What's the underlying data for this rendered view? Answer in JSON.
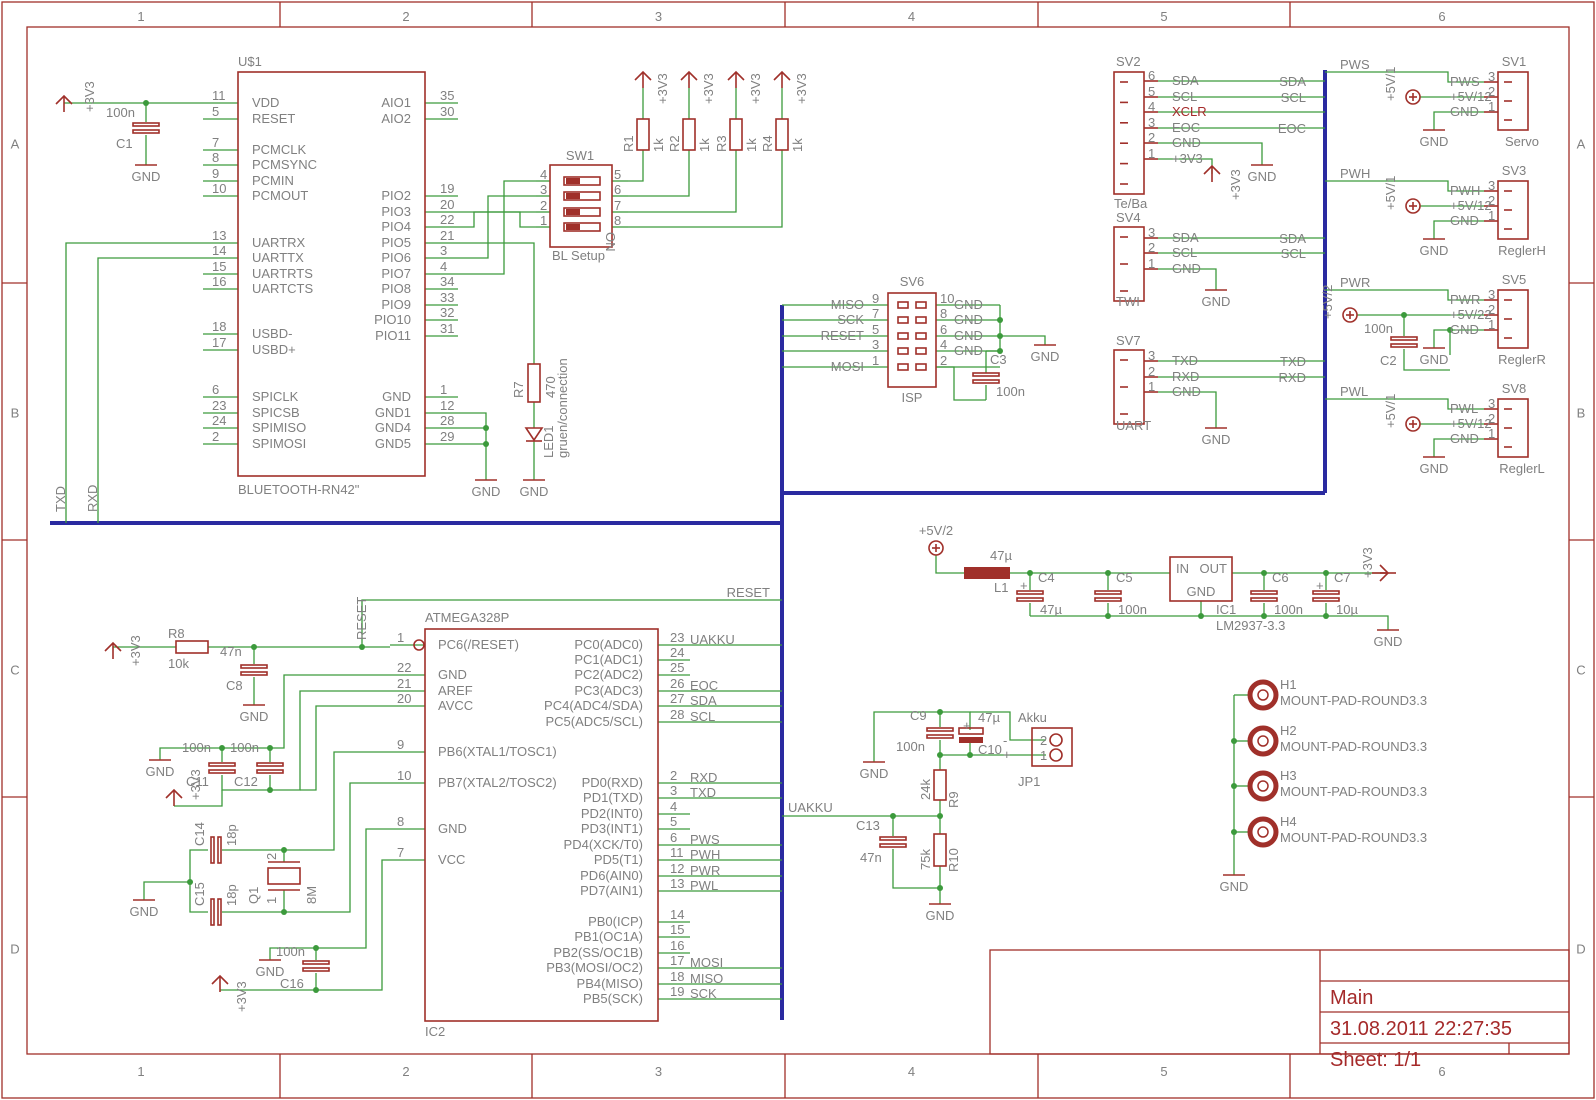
{
  "frame": {
    "columns": [
      "1",
      "2",
      "3",
      "4",
      "5",
      "6"
    ],
    "rows": [
      "A",
      "B",
      "C",
      "D"
    ]
  },
  "title_block": {
    "sheet_name": "Main",
    "date": "31.08.2011  22:27:35",
    "sheet": "Sheet: 1/1"
  },
  "colors": {
    "symbol": "#a0302a",
    "wire": "#3c9a3c",
    "bus": "#2a2aa0",
    "text": "#808080"
  },
  "u1": {
    "name": "U$1",
    "value": "BLUETOOTH-RN42\"",
    "left_pins": [
      {
        "num": "11",
        "name": "VDD"
      },
      {
        "num": "5",
        "name": "RESET"
      },
      {
        "num": "7",
        "name": "PCMCLK"
      },
      {
        "num": "8",
        "name": "PCMSYNC"
      },
      {
        "num": "9",
        "name": "PCMIN"
      },
      {
        "num": "10",
        "name": "PCMOUT"
      },
      {
        "num": "13",
        "name": "UARTRX"
      },
      {
        "num": "14",
        "name": "UARTTX"
      },
      {
        "num": "15",
        "name": "UARTRTS"
      },
      {
        "num": "16",
        "name": "UARTCTS"
      },
      {
        "num": "18",
        "name": "USBD-"
      },
      {
        "num": "17",
        "name": "USBD+"
      },
      {
        "num": "6",
        "name": "SPICLK"
      },
      {
        "num": "23",
        "name": "SPICSB"
      },
      {
        "num": "24",
        "name": "SPIMISO"
      },
      {
        "num": "2",
        "name": "SPIMOSI"
      }
    ],
    "right_pins": [
      {
        "num": "35",
        "name": "AIO1"
      },
      {
        "num": "30",
        "name": "AIO2"
      },
      {
        "num": "19",
        "name": "PIO2"
      },
      {
        "num": "20",
        "name": "PIO3"
      },
      {
        "num": "22",
        "name": "PIO4"
      },
      {
        "num": "21",
        "name": "PIO5"
      },
      {
        "num": "3",
        "name": "PIO6"
      },
      {
        "num": "4",
        "name": "PIO7"
      },
      {
        "num": "34",
        "name": "PIO8"
      },
      {
        "num": "33",
        "name": "PIO9"
      },
      {
        "num": "32",
        "name": "PIO10"
      },
      {
        "num": "31",
        "name": "PIO11"
      },
      {
        "num": "1",
        "name": "GND"
      },
      {
        "num": "12",
        "name": "GND1"
      },
      {
        "num": "28",
        "name": "GND4"
      },
      {
        "num": "29",
        "name": "GND5"
      }
    ]
  },
  "ic2": {
    "name": "IC2",
    "value": "ATMEGA328P",
    "left_pins": [
      {
        "num": "1",
        "name": "PC6(/RESET)"
      },
      {
        "num": "22",
        "name": "GND"
      },
      {
        "num": "21",
        "name": "AREF"
      },
      {
        "num": "20",
        "name": "AVCC"
      },
      {
        "num": "9",
        "name": "PB6(XTAL1/TOSC1)"
      },
      {
        "num": "10",
        "name": "PB7(XTAL2/TOSC2)"
      },
      {
        "num": "8",
        "name": "GND"
      },
      {
        "num": "7",
        "name": "VCC"
      }
    ],
    "right_pins": [
      {
        "num": "23",
        "name": "PC0(ADC0)",
        "net": "UAKKU"
      },
      {
        "num": "24",
        "name": "PC1(ADC1)",
        "net": ""
      },
      {
        "num": "25",
        "name": "PC2(ADC2)",
        "net": ""
      },
      {
        "num": "26",
        "name": "PC3(ADC3)",
        "net": "EOC"
      },
      {
        "num": "27",
        "name": "PC4(ADC4/SDA)",
        "net": "SDA"
      },
      {
        "num": "28",
        "name": "PC5(ADC5/SCL)",
        "net": "SCL"
      },
      {
        "num": "2",
        "name": "PD0(RXD)",
        "net": "RXD"
      },
      {
        "num": "3",
        "name": "PD1(TXD)",
        "net": "TXD"
      },
      {
        "num": "4",
        "name": "PD2(INT0)",
        "net": ""
      },
      {
        "num": "5",
        "name": "PD3(INT1)",
        "net": ""
      },
      {
        "num": "6",
        "name": "PD4(XCK/T0)",
        "net": "PWS"
      },
      {
        "num": "11",
        "name": "PD5(T1)",
        "net": "PWH"
      },
      {
        "num": "12",
        "name": "PD6(AIN0)",
        "net": "PWR"
      },
      {
        "num": "13",
        "name": "PD7(AIN1)",
        "net": "PWL"
      },
      {
        "num": "14",
        "name": "PB0(ICP)",
        "net": ""
      },
      {
        "num": "15",
        "name": "PB1(OC1A)",
        "net": ""
      },
      {
        "num": "16",
        "name": "PB2(SS/OC1B)",
        "net": ""
      },
      {
        "num": "17",
        "name": "PB3(MOSI/OC2)",
        "net": "MOSI"
      },
      {
        "num": "18",
        "name": "PB4(MISO)",
        "net": "MISO"
      },
      {
        "num": "19",
        "name": "PB5(SCK)",
        "net": "SCK"
      }
    ]
  },
  "sw1": {
    "name": "SW1",
    "value": "BL Setup",
    "on": "ON",
    "left_nums": [
      "4",
      "3",
      "2",
      "1"
    ],
    "right_nums": [
      "5",
      "6",
      "7",
      "8"
    ]
  },
  "resistors": [
    {
      "name": "R1",
      "value": "1k",
      "supply": "+3V3"
    },
    {
      "name": "R2",
      "value": "1k",
      "supply": "+3V3"
    },
    {
      "name": "R3",
      "value": "1k",
      "supply": "+3V3"
    },
    {
      "name": "R4",
      "value": "1k",
      "supply": "+3V3"
    }
  ],
  "r7": {
    "name": "R7",
    "value": "470"
  },
  "led1": {
    "name": "LED1",
    "value": "gruen/connection"
  },
  "c1": {
    "name": "C1",
    "value": "100n",
    "supply": "+3V3"
  },
  "sv6": {
    "name": "SV6",
    "value": "ISP",
    "left": [
      {
        "net": "MISO",
        "num": "9"
      },
      {
        "net": "SCK",
        "num": "7"
      },
      {
        "net": "RESET",
        "num": "5"
      },
      {
        "net": "",
        "num": "3"
      },
      {
        "net": "MOSI",
        "num": "1"
      }
    ],
    "right": [
      {
        "num": "10",
        "net": "GND"
      },
      {
        "num": "8",
        "net": "GND"
      },
      {
        "num": "6",
        "net": "GND"
      },
      {
        "num": "4",
        "net": "GND"
      },
      {
        "num": "2",
        "net": ""
      }
    ]
  },
  "c3": {
    "name": "C3",
    "value": "100n"
  },
  "sv2": {
    "name": "SV2",
    "value": "Te/Ba",
    "pins": [
      {
        "num": "6",
        "name": "SDA"
      },
      {
        "num": "5",
        "name": "SCL"
      },
      {
        "num": "4",
        "name": "XCLR"
      },
      {
        "num": "3",
        "name": "EOC"
      },
      {
        "num": "2",
        "name": "GND"
      },
      {
        "num": "1",
        "name": "+3V3"
      }
    ],
    "bus_labels": [
      "SDA",
      "SCL",
      "EOC"
    ]
  },
  "sv4": {
    "name": "SV4",
    "value": "TWI",
    "pins": [
      {
        "num": "3",
        "name": "SDA"
      },
      {
        "num": "2",
        "name": "SCL"
      },
      {
        "num": "1",
        "name": "GND"
      }
    ],
    "bus_labels": [
      "SDA",
      "SCL"
    ]
  },
  "sv7": {
    "name": "SV7",
    "value": "UART",
    "pins": [
      {
        "num": "3",
        "name": "TXD"
      },
      {
        "num": "2",
        "name": "RXD"
      },
      {
        "num": "1",
        "name": "GND"
      }
    ],
    "bus_labels": [
      "TXD",
      "RXD"
    ]
  },
  "servos": [
    {
      "name": "SV1",
      "value": "Servo",
      "net": "PWS",
      "pwr": "+5V/12",
      "sig": "PWS"
    },
    {
      "name": "SV3",
      "value": "ReglerH",
      "net": "PWH",
      "pwr": "+5V/12",
      "sig": "PWH"
    },
    {
      "name": "SV5",
      "value": "ReglerR",
      "net": "PWR",
      "pwr": "+5V/22",
      "sig": "PWR"
    },
    {
      "name": "SV8",
      "value": "ReglerL",
      "net": "PWL",
      "pwr": "+5V/12",
      "sig": "PWL"
    }
  ],
  "servo_supplies": [
    "+5V/1",
    "+5V/1",
    "+5V/2",
    "+5V/1"
  ],
  "c2": {
    "name": "C2",
    "value": "100n"
  },
  "psu": {
    "in_supply": "+5V/2",
    "l1": {
      "name": "L1",
      "value": "47µ"
    },
    "c4": {
      "name": "C4",
      "value": "47µ"
    },
    "c5": {
      "name": "C5",
      "value": "100n"
    },
    "ic1": {
      "name": "IC1",
      "value": "LM2937-3.3",
      "in": "IN",
      "out": "OUT",
      "gnd": "GND"
    },
    "c6": {
      "name": "C6",
      "value": "100n"
    },
    "c7": {
      "name": "C7",
      "value": "10µ"
    },
    "out_supply": "+3V3"
  },
  "mounts": [
    {
      "name": "H1",
      "value": "MOUNT-PAD-ROUND3.3"
    },
    {
      "name": "H2",
      "value": "MOUNT-PAD-ROUND3.3"
    },
    {
      "name": "H3",
      "value": "MOUNT-PAD-ROUND3.3"
    },
    {
      "name": "H4",
      "value": "MOUNT-PAD-ROUND3.3"
    }
  ],
  "akku": {
    "c9": {
      "name": "C9",
      "value": "100n"
    },
    "c10": {
      "name": "C10",
      "value": "47µ"
    },
    "jp1": {
      "name": "JP1",
      "value": "Akku",
      "pins": [
        "2",
        "1"
      ],
      "minus": "-",
      "plus": "+"
    },
    "r9": {
      "name": "R9",
      "value": "24k"
    },
    "r10": {
      "name": "R10",
      "value": "75k"
    },
    "c13": {
      "name": "C13",
      "value": "47n"
    },
    "net": "UAKKU"
  },
  "mcu_periph": {
    "r8": {
      "name": "R8",
      "value": "10k"
    },
    "c8": {
      "name": "C8",
      "value": "47n"
    },
    "c11": {
      "name": "C11",
      "value": "100n"
    },
    "c12": {
      "name": "C12",
      "value": "100n"
    },
    "c14": {
      "name": "C14",
      "value": "18p"
    },
    "c15": {
      "name": "C15",
      "value": "18p"
    },
    "q1": {
      "name": "Q1",
      "value": "8M",
      "pins": [
        "2",
        "1"
      ]
    },
    "c16": {
      "name": "C16",
      "value": "100n"
    },
    "reset_net": "RESET"
  },
  "labels": {
    "gnd": "GND",
    "txd": "TXD",
    "rxd": "RXD",
    "v33": "+3V3"
  }
}
